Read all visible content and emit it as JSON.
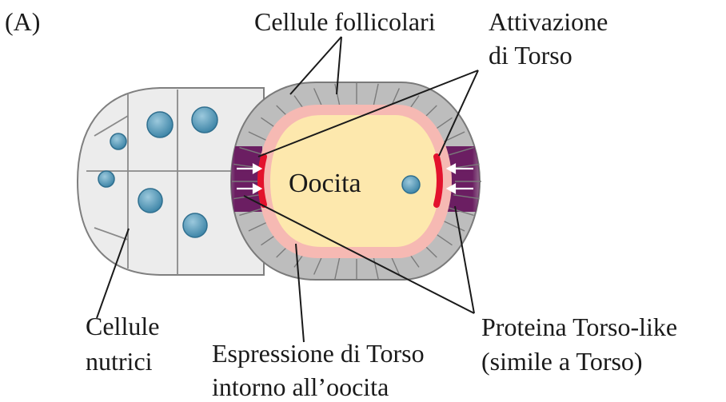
{
  "panel_label": "(A)",
  "labels": {
    "follicle_cells": "Cellule follicolari",
    "torso_activation_line1": "Attivazione",
    "torso_activation_line2": "di Torso",
    "oocyte": "Oocita",
    "nurse_cells_line1": "Cellule",
    "nurse_cells_line2": "nutrici",
    "torso_expression_line1": "Espressione di Torso",
    "torso_expression_line2": "intorno all’oocita",
    "torso_like_line1": "Proteina Torso-like",
    "torso_like_line2": "(simile a Torso)"
  },
  "colors": {
    "nurse_fill": "#ececec",
    "follicle_fill": "#bdbdbd",
    "follicle_line": "#7a7a7a",
    "oocyte_rim": "#f6b9b3",
    "oocyte_fill": "#fde8ad",
    "torso_like": "#6b1e62",
    "torso_active": "#e3122d",
    "nucleus": "#4f93b3",
    "line": "#1a1a1a"
  }
}
